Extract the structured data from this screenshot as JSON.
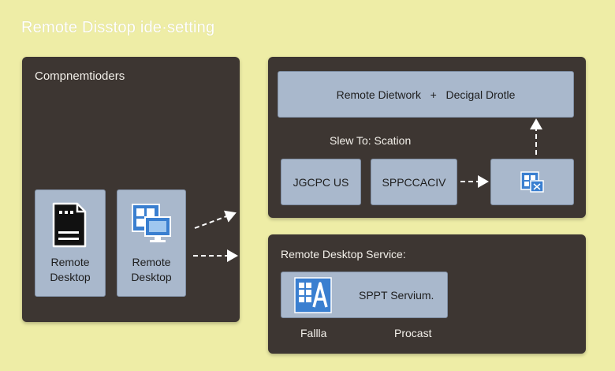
{
  "title": "Remote Disstop ide·setting",
  "left_panel": {
    "label": "Compnemtioders",
    "cards": [
      {
        "label": "Remote\nDesktop",
        "icon": "document-icon"
      },
      {
        "label": "Remote\nDesktop",
        "icon": "remote-desktop-icon"
      }
    ]
  },
  "top_right_panel": {
    "header_box": "Remote Dietwork   +   Decigal Drotle",
    "caption": "Slew To: Scation",
    "boxes": [
      "JGCPC US",
      "SPPCCACIV"
    ],
    "icon_box_icon": "remote-desktop-icon"
  },
  "bottom_right_panel": {
    "label": "Remote Desktop Service:",
    "service_box": "SPPT Servium.",
    "service_icon": "remote-app-icon",
    "footer_left": "Fallla",
    "footer_right": "Procast"
  },
  "colors": {
    "background": "#eeeda6",
    "panel": "#3d3632",
    "box": "#a9b8cc",
    "icon_blue": "#3a7fd0"
  }
}
